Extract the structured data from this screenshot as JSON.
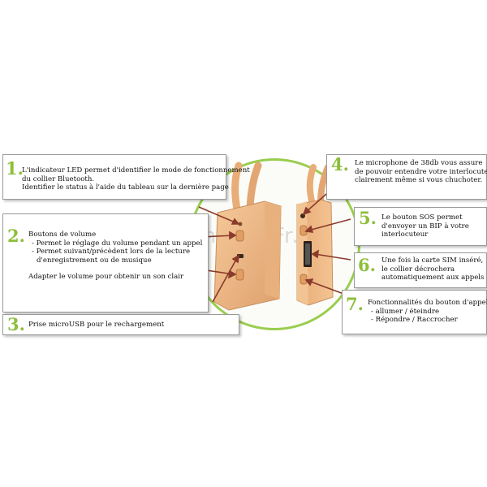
{
  "watermark": "EspionnageFr.fr",
  "accent_color": "#8dbf3c",
  "callouts": [
    {
      "number": "1.",
      "lines": [
        "L'indicateur LED permet d'identifier le mode de fonctionnement",
        "du collier Bluetooth.",
        "Identifier le status à l'aide du tableau sur la dernière page"
      ]
    },
    {
      "number": "2.",
      "lines": [
        "Boutons de volume",
        "- Permet le réglage du volume pendant un appel",
        "- Permet suivant/précèdent lors de la lecture",
        "d'enregistrement ou de musique"
      ],
      "extra": "Adapter le volume pour obtenir un son clair"
    },
    {
      "number": "3.",
      "lines": [
        "Prise microUSB pour le rechargement"
      ]
    },
    {
      "number": "4.",
      "lines": [
        "Le microphone de 38db vous assure",
        "de pouvoir entendre votre interlocuteur",
        "clairement même si vous chuchoter."
      ]
    },
    {
      "number": "5.",
      "lines": [
        "Le bouton SOS permet",
        "d'envoyer un BIP à votre",
        "interlocuteur"
      ]
    },
    {
      "number": "6.",
      "lines": [
        "Une fois la carte SIM inséré,",
        "le collier décrochera",
        "automatiquement aux appels"
      ]
    },
    {
      "number": "7.",
      "lines": [
        "Fonctionnalités du bouton d'appel",
        "- allumer / éteindre",
        "- Répondre / Raccrocher"
      ]
    }
  ]
}
